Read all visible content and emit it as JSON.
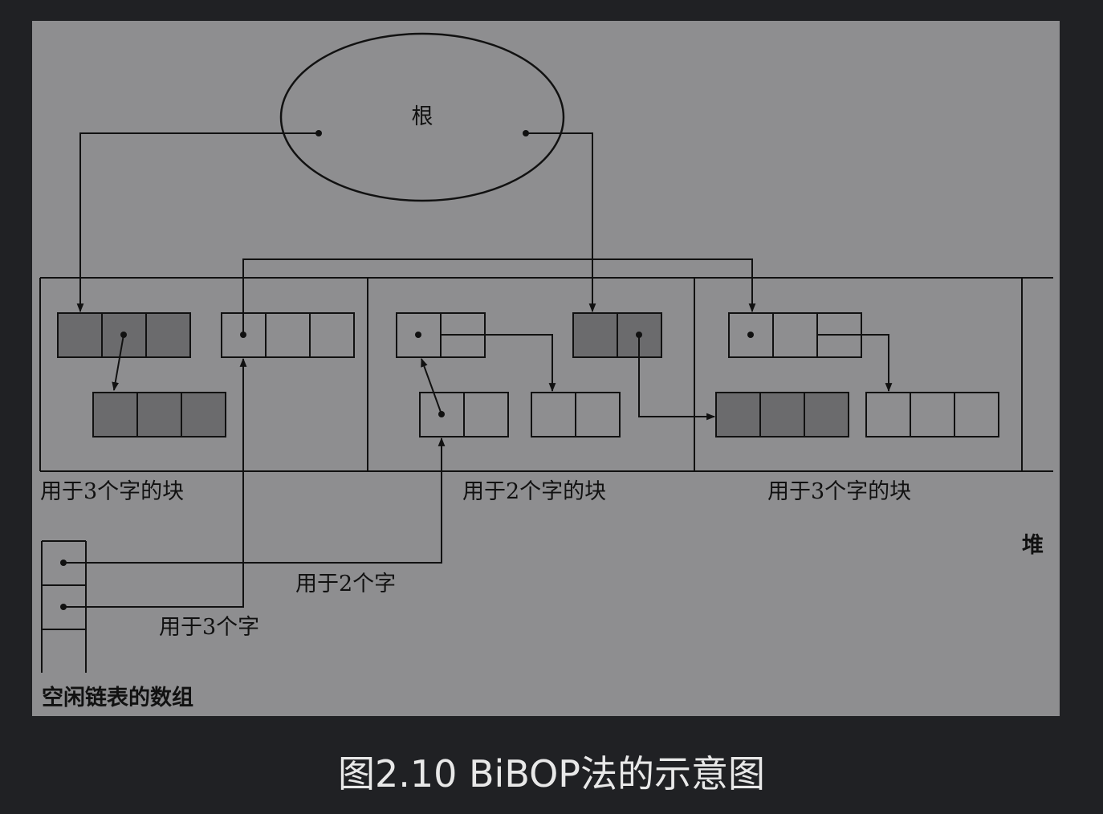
{
  "diagram": {
    "root_label": "根",
    "block_labels": [
      "用于3个字的块",
      "用于2个字的块",
      "用于3个字的块"
    ],
    "heap_label": "堆",
    "free_list_labels": [
      "用于2个字",
      "用于3个字"
    ],
    "free_array_label": "空闲链表的数组"
  },
  "caption": "图2.10 BiBOP法的示意图",
  "colors": {
    "background": "#202124",
    "panel": "#8e8e90",
    "filled_cell": "#6b6b6d",
    "line": "#111111",
    "caption": "#e8e8e8"
  }
}
